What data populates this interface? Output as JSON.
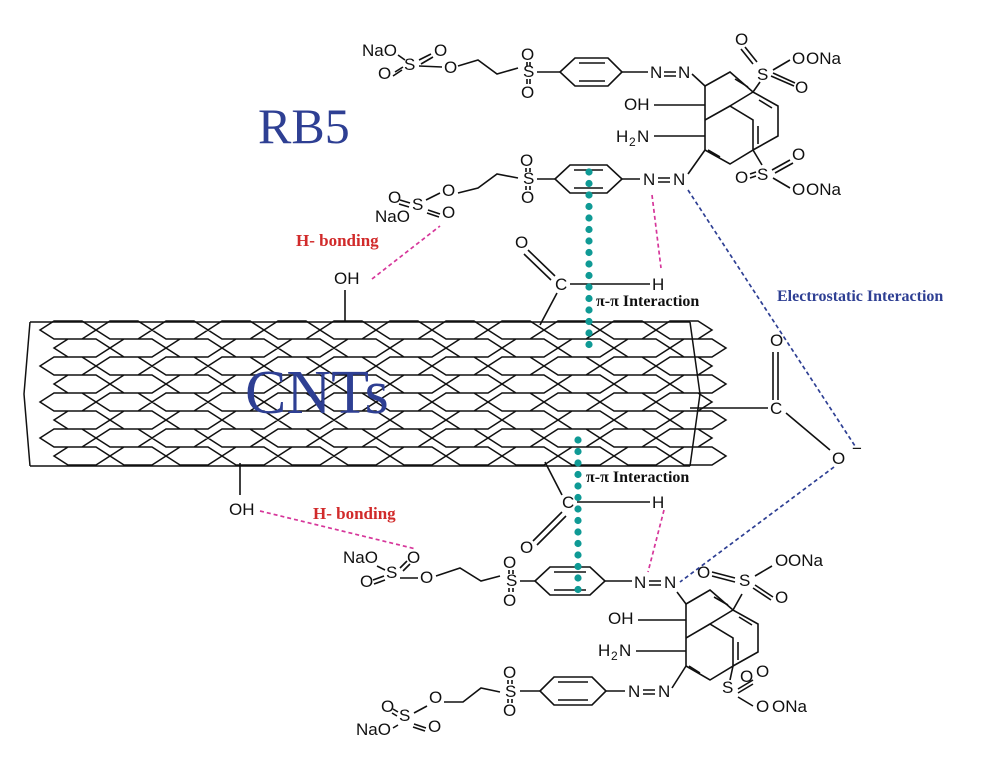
{
  "labels": {
    "rb5": "RB5",
    "cnts": "CNTs",
    "h_bonding": "H- bonding",
    "pi_pi": "π-π Interaction",
    "electrostatic": "Electrostatic Interaction"
  },
  "atoms": {
    "NaO": "NaO",
    "ONa": "ONa",
    "S": "S",
    "O": "O",
    "OH": "OH",
    "H2N_H": "H",
    "H2N_2": "2",
    "H2N_N": "N",
    "N": "N",
    "C": "C",
    "H": "H",
    "O_minus": "O",
    "minus": "−"
  },
  "colors": {
    "title_blue": "#2e3f93",
    "h_bond_red": "#d12a2a",
    "h_bond_line_pink": "#d6369a",
    "pi_dots_teal": "#0f9a95",
    "electrostatic_blue": "#2e3f93"
  }
}
